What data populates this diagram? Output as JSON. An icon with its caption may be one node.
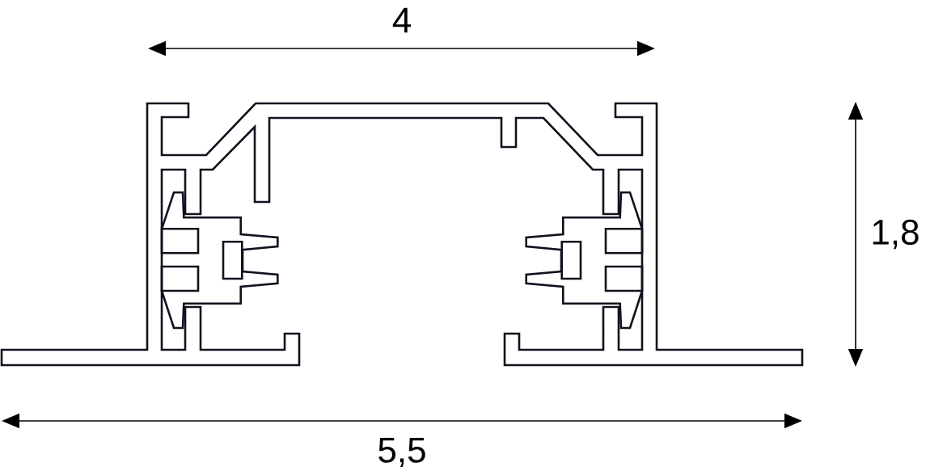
{
  "diagram": {
    "labels": [
      "4",
      "1,8",
      "5,5"
    ]
  }
}
